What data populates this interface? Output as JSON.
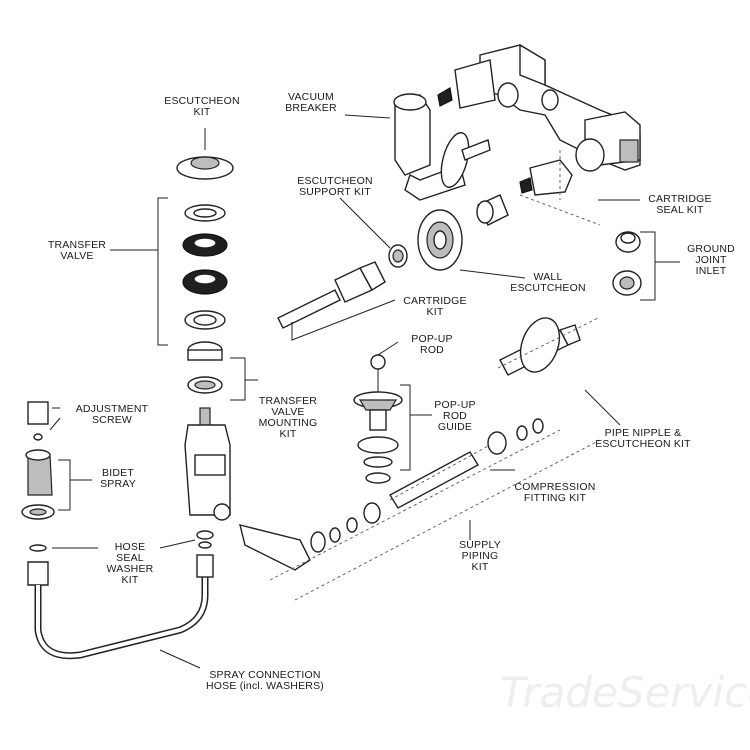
{
  "labels": {
    "escutcheon_kit": "ESCUTCHEON\nKIT",
    "vacuum_breaker": "VACUUM\nBREAKER",
    "escutcheon_support_kit": "ESCUTCHEON\nSUPPORT KIT",
    "cartridge_seal_kit": "CARTRIDGE\nSEAL KIT",
    "transfer_valve": "TRANSFER\nVALVE",
    "ground_joint_inlet": "GROUND\nJOINT\nINLET",
    "wall_escutcheon": "WALL\nESCUTCHEON",
    "cartridge_kit": "CARTRIDGE\nKIT",
    "pop_up_rod": "POP-UP\nROD",
    "adjustment_screw": "ADJUSTMENT\nSCREW",
    "transfer_valve_mounting_kit": "TRANSFER\nVALVE\nMOUNTING\nKIT",
    "pop_up_rod_guide": "POP-UP\nROD\nGUIDE",
    "pipe_nipple_escutcheon_kit": "PIPE NIPPLE &\nESCUTCHEON KIT",
    "bidet_spray": "BIDET\nSPRAY",
    "compression_fitting_kit": "COMPRESSION\nFITTING KIT",
    "hose_seal_washer_kit": "HOSE\nSEAL\nWASHER\nKIT",
    "supply_piping_kit": "SUPPLY\nPIPING\nKIT",
    "spray_connection_hose": "SPRAY CONNECTION\nHOSE (incl. WASHERS)"
  },
  "watermark": "TradeService"
}
